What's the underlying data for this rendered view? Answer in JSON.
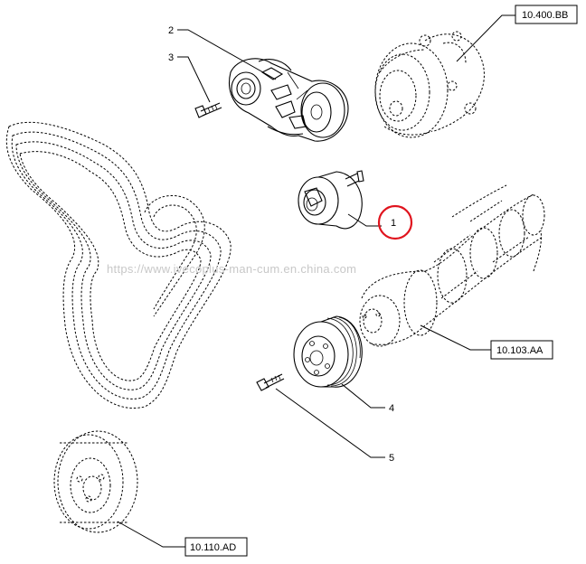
{
  "callouts": {
    "c1": "1",
    "c2": "2",
    "c3": "3",
    "c4": "4",
    "c5": "5"
  },
  "references": {
    "water_pump": "10.400.BB",
    "crankshaft": "10.103.AA",
    "damper_pulley": "10.110.AD"
  },
  "watermark": "https://www.ivecoplus-man-cum.en.china.com",
  "highlight_color": "#e0141e"
}
